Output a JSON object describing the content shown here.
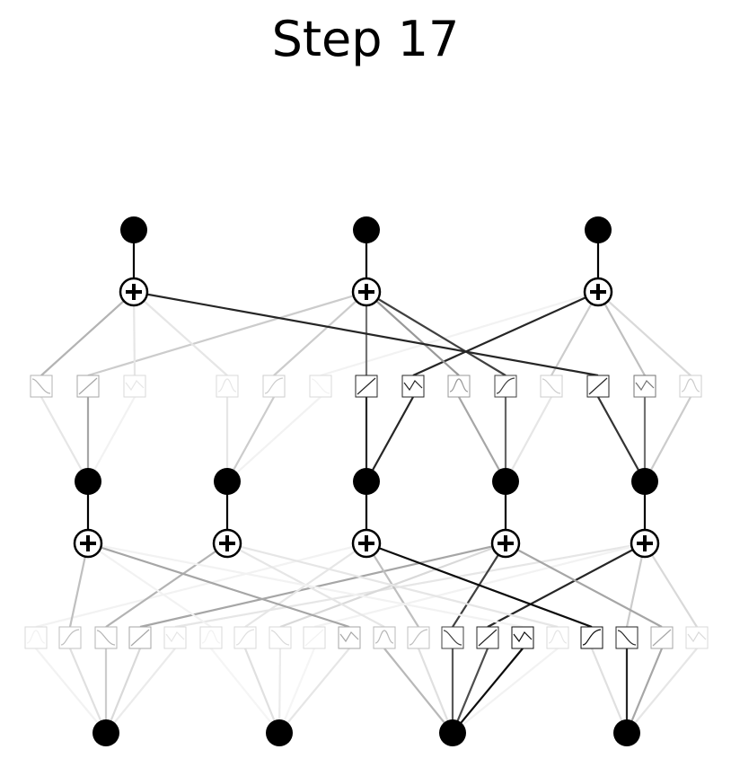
{
  "title": "Step 17",
  "colors": {
    "node": "#000000",
    "edge": "#000000",
    "background": "#ffffff",
    "box_stroke": "#888888"
  },
  "diagram": {
    "type": "kan-network",
    "layers": [
      {
        "role": "input",
        "nodes": 4
      },
      {
        "role": "hidden",
        "nodes": 5
      },
      {
        "role": "output",
        "nodes": 3
      }
    ]
  }
}
